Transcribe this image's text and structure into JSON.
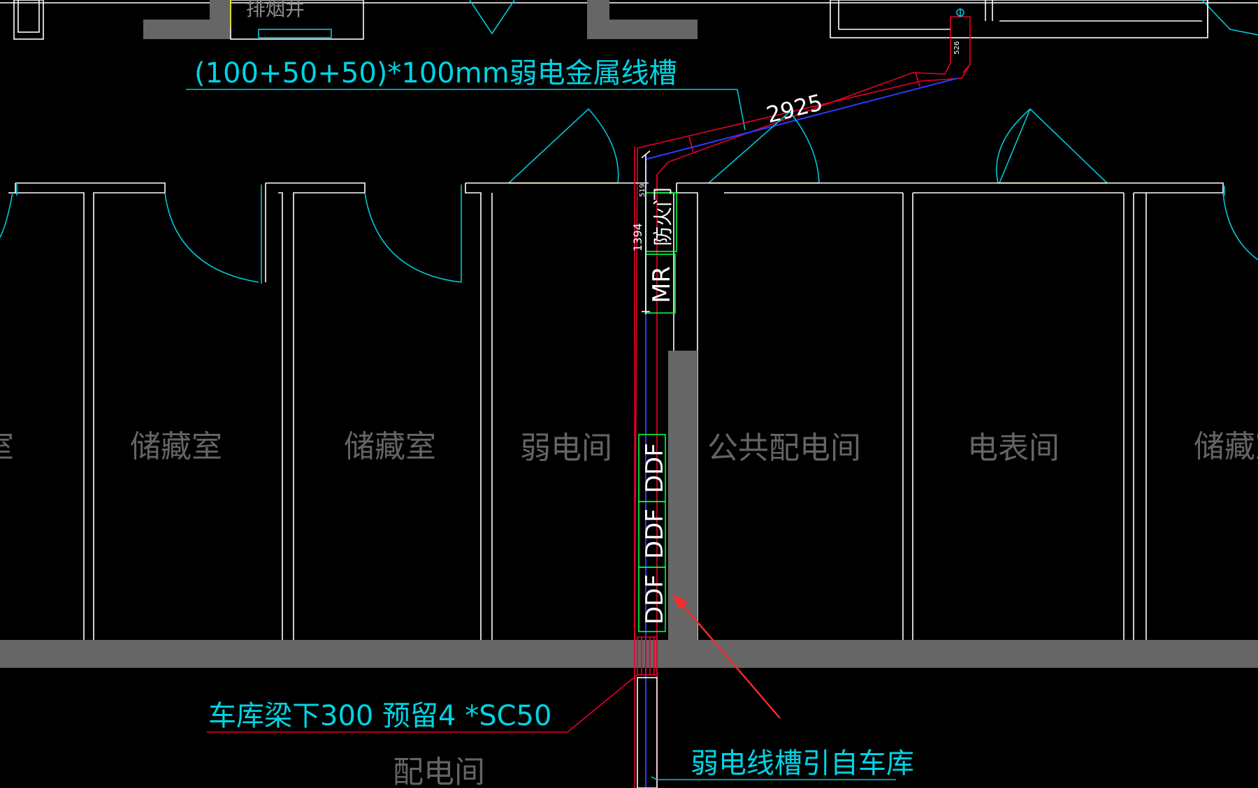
{
  "rooms": {
    "room_left_partial": "室",
    "storage_1": "储藏室",
    "storage_2": "储藏室",
    "weak_current_room": "弱电间",
    "public_power_room": "公共配电间",
    "meter_room": "电表间",
    "storage_3": "储藏室",
    "power_room_bottom": "配电间",
    "top_partial": "排烟井"
  },
  "labels": {
    "trunking_spec": "(100+50+50)*100mm弱电金属线槽",
    "garage_conduit": "车库梁下300 预留4 *SC50",
    "trunking_source": "弱电线槽引自车库"
  },
  "equipment": {
    "fire_door": "防火门",
    "mr": "MR",
    "ddf_1": "DDF",
    "ddf_2": "DDF",
    "ddf_3": "DDF"
  },
  "dimensions": {
    "diag_length": "2925",
    "vertical_dim": "1394",
    "small_dim_1": "519",
    "small_dim_2": "526"
  },
  "colors": {
    "background": "#000000",
    "wall": "#ffffff",
    "annotation": "#00c8d8",
    "trunking": "#e8002a",
    "equipment": "#00ff40",
    "centerline": "#2a3cff",
    "room_text": "#646464"
  }
}
